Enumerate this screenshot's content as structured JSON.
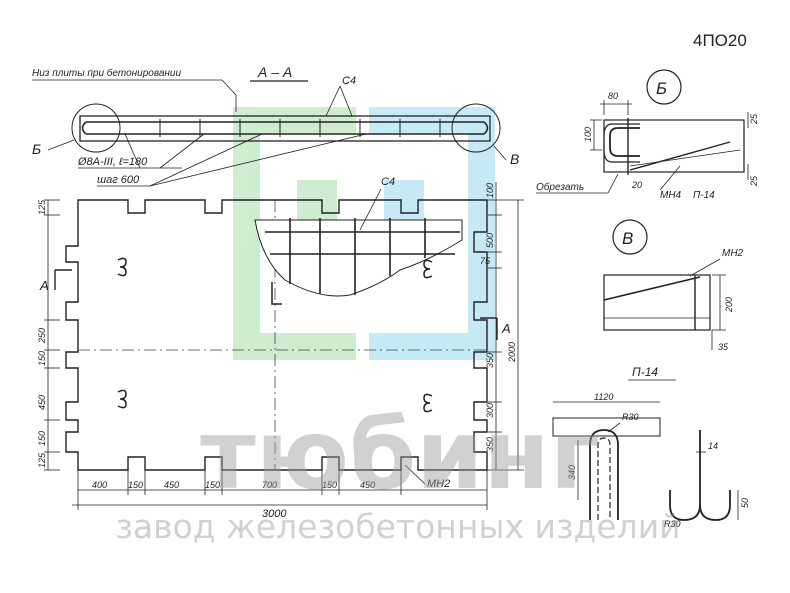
{
  "drawing": {
    "code": "4ПО20",
    "section_title": "А – А",
    "bottom_note": "Низ плиты при бетонировании",
    "rebar_note": "Ø8А-III, ℓ=180",
    "step_note": "шаг 600",
    "c4_top": "С4",
    "c4_plan": "С4",
    "node_b": "Б",
    "node_v": "В",
    "cut_a_left": "А",
    "cut_a_right": "А",
    "mn2_plan": "МН2",
    "plan_dims": {
      "left_125_top": "125",
      "left_250": "250",
      "left_150_a": "150",
      "left_450": "450",
      "left_150_b": "150",
      "left_125_bot": "125",
      "right_100": "100",
      "right_500": "500",
      "right_75": "75",
      "right_350_a": "350",
      "right_300": "300",
      "right_350_b": "350",
      "right_total": "2000",
      "bot_400": "400",
      "bot_150_a": "150",
      "bot_450_a": "450",
      "bot_150_b": "150",
      "bot_700": "700",
      "bot_150_c": "150",
      "bot_450_b": "450",
      "bot_total": "3000"
    },
    "detail_b": {
      "label": "Б",
      "dim_80": "80",
      "dim_100": "100",
      "dim_25_top": "25",
      "dim_25_bot": "25",
      "dim_20": "20",
      "cut_note": "Обрезать",
      "mn4": "МН4",
      "p14": "П-14"
    },
    "detail_v": {
      "label": "В",
      "mn2": "МН2",
      "dim_200": "200",
      "dim_35": "35"
    },
    "p14_detail": {
      "title": "П-14",
      "dim_1120": "1120",
      "r30_top": "R30",
      "dim_340": "340",
      "dim_14": "14",
      "dim_50": "50",
      "r30_bot": "R30"
    }
  },
  "watermark": {
    "brand": "тюбинг",
    "subtitle": "завод железобетонных изделий",
    "colors": {
      "green": "#c9ebc9",
      "blue": "#bfe8f5",
      "gray": "#c8c8c8"
    }
  }
}
